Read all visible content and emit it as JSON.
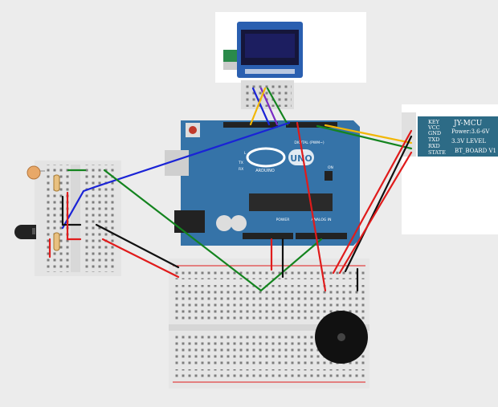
{
  "arduino": {
    "brand": "ARDUINO",
    "model": "UNO",
    "digital_label": "DIGITAL (PWM~)",
    "power_label": "POWER",
    "analog_label": "ANALOG IN",
    "tx_label": "TX",
    "rx_label": "RX",
    "l_label": "L",
    "on_label": "ON",
    "board_color": "#3573a8"
  },
  "bluetooth_module": {
    "title": "JY-MCU",
    "pins": [
      "KEY",
      "VCC",
      "GND",
      "TXD",
      "RXD",
      "STATE"
    ],
    "notes": [
      "Power:3.6-6V",
      "3.3V LEVEL",
      "BT_BOARD V1"
    ],
    "board_color": "#2d6b86"
  },
  "wire_colors": {
    "red": "#e01b1b",
    "black": "#111111",
    "blue": "#1a23d6",
    "green": "#14841f",
    "yellow": "#f2b705",
    "purple": "#7a2bc4"
  }
}
